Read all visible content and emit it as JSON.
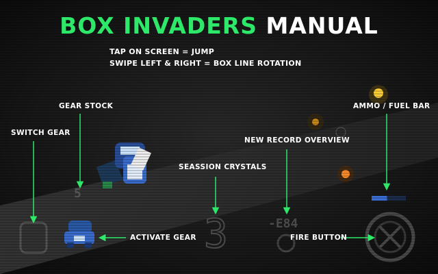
{
  "title": {
    "accent": "BOX INVADERS",
    "rest": "MANUAL"
  },
  "instructions": [
    "TAP ON SCREEN = JUMP",
    "SWIPE LEFT & RIGHT = BOX LINE ROTATION"
  ],
  "labels": {
    "gear_stock": "GEAR STOCK",
    "switch_gear": "SWITCH GEAR",
    "activate_gear": "ACTIVATE GEAR",
    "seassion_crystals": "SEASSION CRYSTALS",
    "new_record_overview": "NEW RECORD OVERVIEW",
    "ammo_fuel_bar": "AMMO / FUEL BAR",
    "fire_button": "FIRE BUTTON"
  },
  "hud": {
    "gear_stock_count": "5",
    "crystal_count": "3",
    "record_value": "-E84",
    "ammo_fuel_level": 0.45
  },
  "colors": {
    "accent": "#2ee86a",
    "arrow": "#2ee86a",
    "ammo_bar": "#3a6fd8",
    "text": "#ffffff"
  }
}
